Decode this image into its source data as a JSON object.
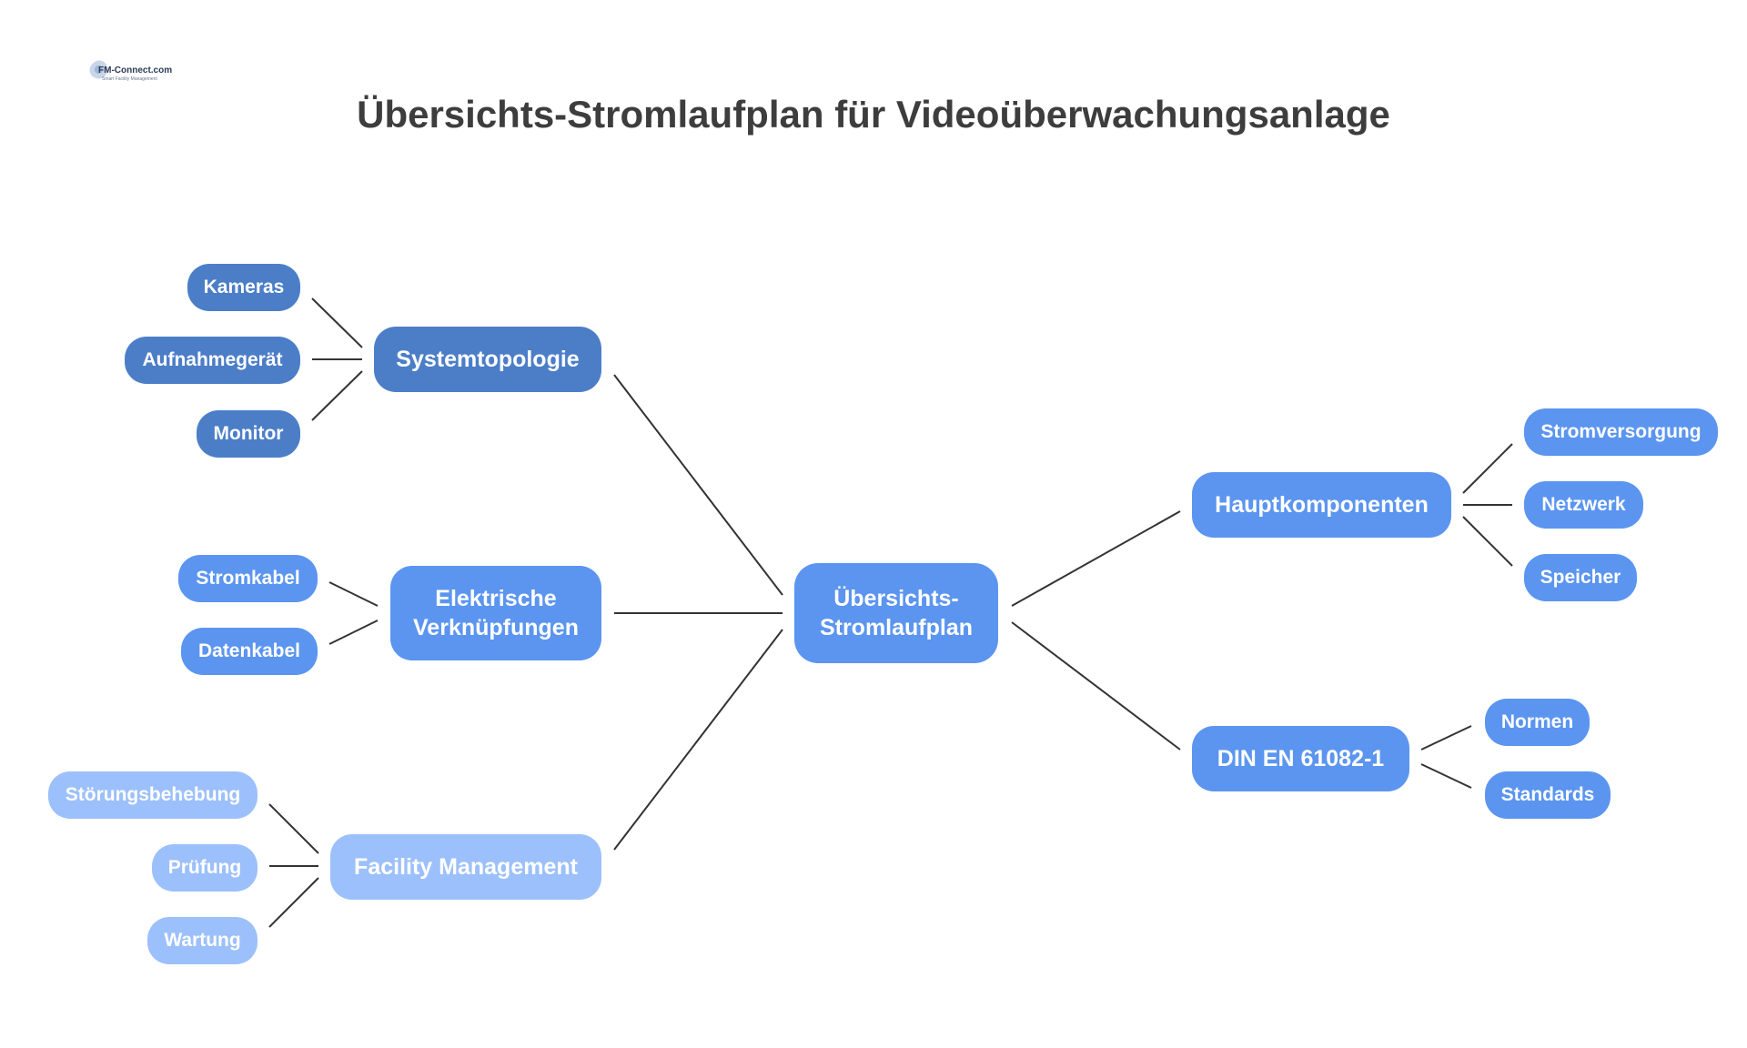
{
  "title": "Übersichts-Stromlaufplan für Videoüberwachungsanlage",
  "logo_text": "FM-Connect.com",
  "logo_subtext": "Smart Facility Management",
  "center": {
    "line1": "Übersichts-",
    "line2": "Stromlaufplan"
  },
  "branches": {
    "systemtopologie": {
      "label": "Systemtopologie",
      "children": [
        "Kameras",
        "Aufnahmegerät",
        "Monitor"
      ]
    },
    "elektrische": {
      "line1": "Elektrische",
      "line2": "Verknüpfungen",
      "children": [
        "Stromkabel",
        "Datenkabel"
      ]
    },
    "facility": {
      "label": "Facility Management",
      "children": [
        "Störungsbehebung",
        "Prüfung",
        "Wartung"
      ]
    },
    "hauptkomponenten": {
      "label": "Hauptkomponenten",
      "children": [
        "Stromversorgung",
        "Netzwerk",
        "Speicher"
      ]
    },
    "din": {
      "label": "DIN EN 61082-1",
      "children": [
        "Normen",
        "Standards"
      ]
    }
  },
  "colors": {
    "dark_blue": "#4c7ec8",
    "mid_blue": "#5b95f0",
    "light_blue": "#9cc0fb",
    "connector": "#333333",
    "title": "#3d3d3d"
  }
}
